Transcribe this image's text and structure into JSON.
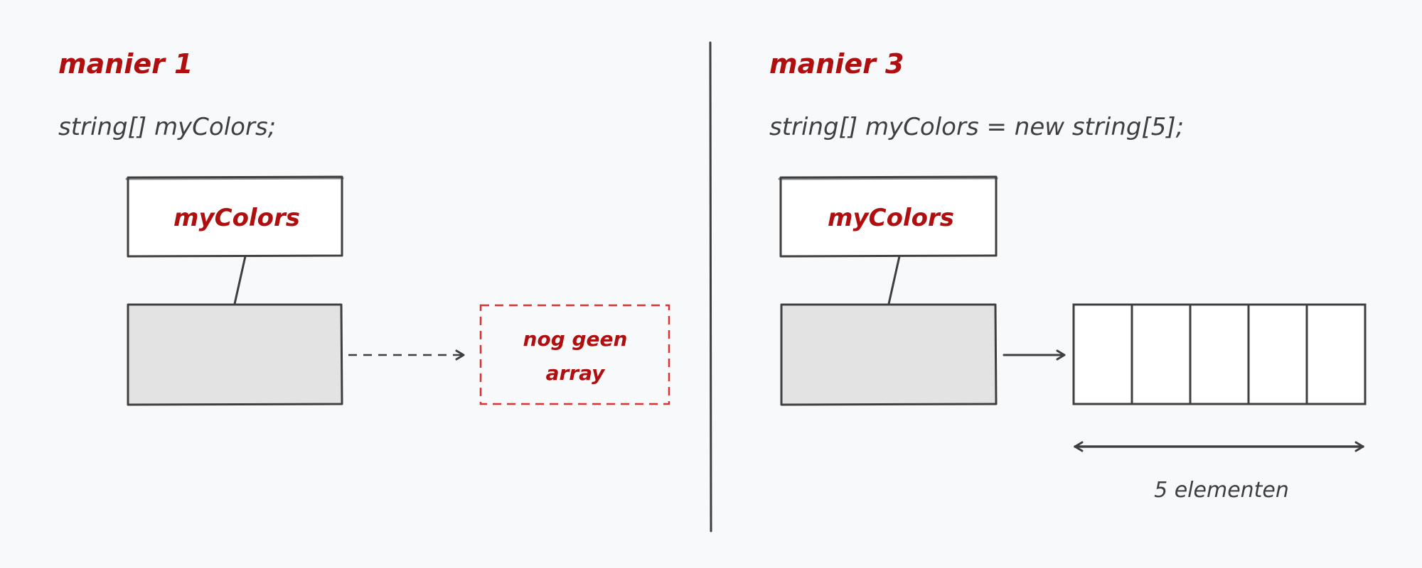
{
  "left": {
    "heading": "manier 1",
    "code": "string[] myColors;",
    "variable_label": "myColors",
    "note_line1": "nog geen",
    "note_line2": "array"
  },
  "right": {
    "heading": "manier 3",
    "code": "string[] myColors = new string[5];",
    "variable_label": "myColors",
    "element_count": 5,
    "caption": "5 elementen"
  },
  "colors": {
    "accent": "#b00f0f",
    "stroke": "#3f3f3f",
    "reference_fill": "#e3e3e3",
    "dashed_note": "#e03131",
    "background": "#f8f9fb"
  }
}
